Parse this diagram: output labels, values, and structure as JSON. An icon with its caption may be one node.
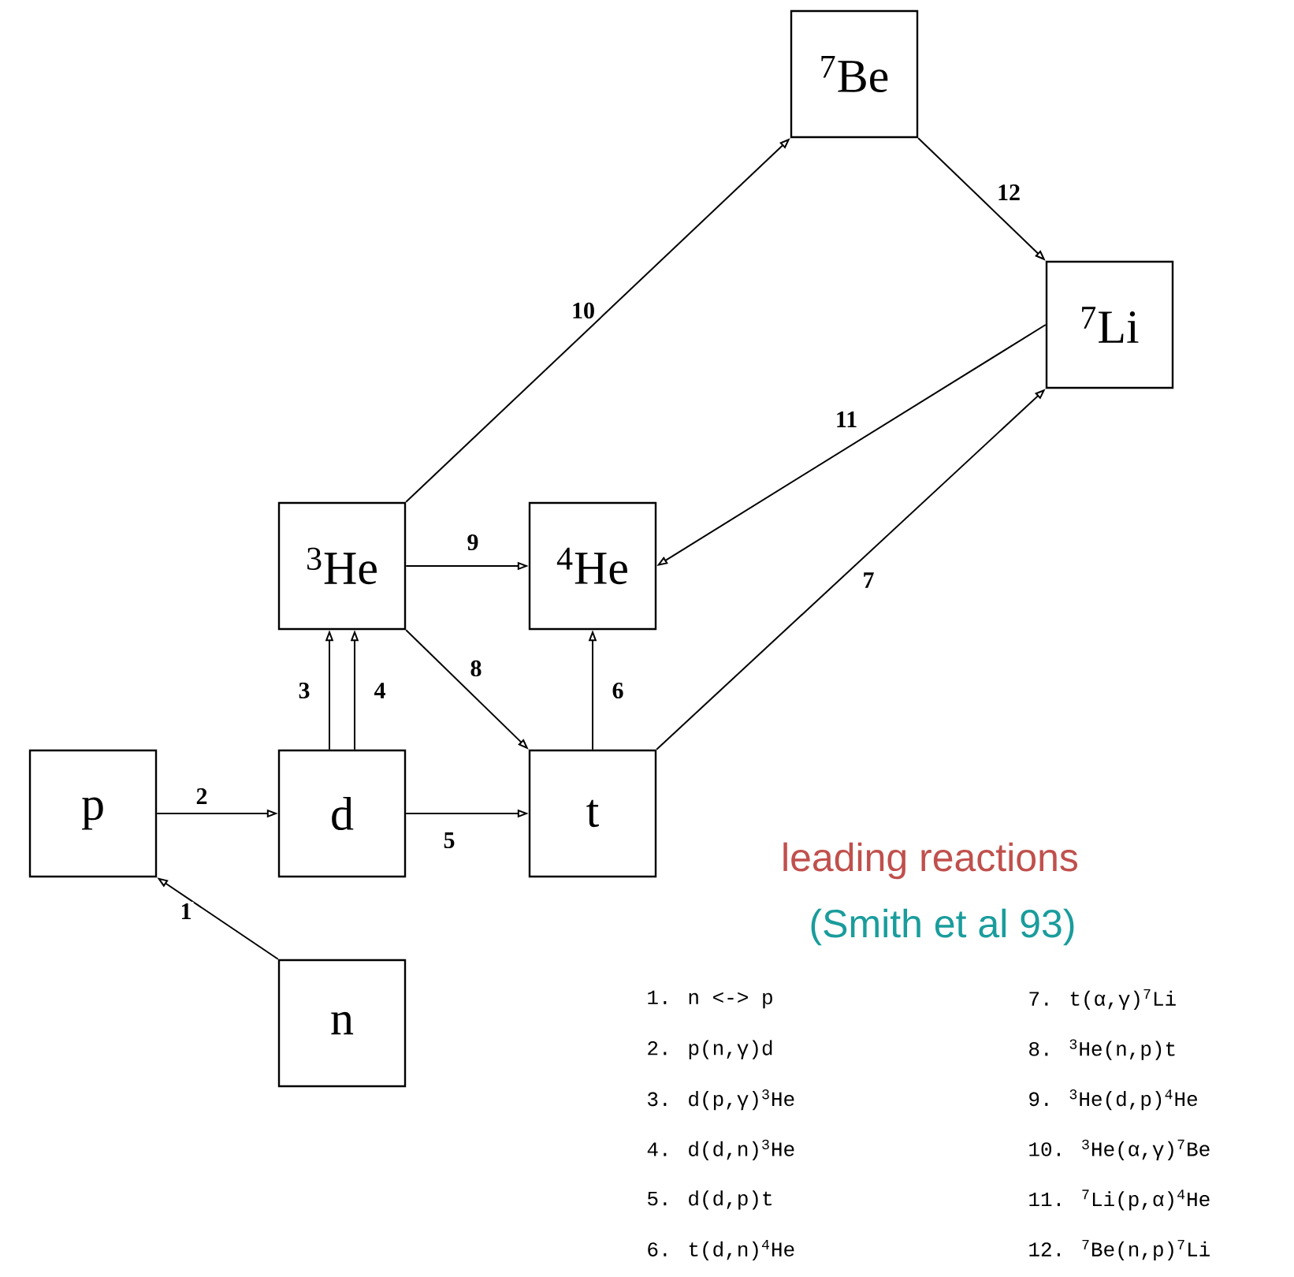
{
  "diagram": {
    "nodes": [
      {
        "text": [
          "$^{7}$Be"
        ]
      },
      {
        "text": [
          "$^{7}$Li"
        ]
      },
      {
        "text": [
          "$^{3}$He"
        ]
      },
      {
        "text": [
          "$^{4}$He"
        ]
      },
      {
        "text": [
          "p"
        ]
      },
      {
        "text": [
          "d"
        ]
      },
      {
        "text": [
          "t"
        ]
      },
      {
        "text": [
          "n"
        ]
      }
    ],
    "edges": [
      {
        "from": 7,
        "to": 4,
        "arrow": "to",
        "label": "1"
      },
      {
        "from": 4,
        "to": 5,
        "arrow": "to",
        "label": "2"
      },
      {
        "from": 5,
        "to": 2,
        "arrow": "to",
        "label": "3"
      },
      {
        "from": 5,
        "to": 2,
        "arrow": "to",
        "label": "4"
      },
      {
        "from": 5,
        "to": 6,
        "arrow": "to",
        "label": "5"
      },
      {
        "from": 6,
        "to": 3,
        "arrow": "to",
        "label": "6"
      },
      {
        "from": 6,
        "to": 1,
        "arrow": "to",
        "label": "7"
      },
      {
        "from": 2,
        "to": 6,
        "arrow": "to",
        "label": "8"
      },
      {
        "from": 2,
        "to": 3,
        "arrow": "to",
        "label": "9"
      },
      {
        "from": 2,
        "to": 0,
        "arrow": "to",
        "label": "10"
      },
      {
        "from": 1,
        "to": 3,
        "arrow": "to",
        "label": "11"
      },
      {
        "from": 0,
        "to": 1,
        "arrow": "to",
        "label": "12"
      }
    ],
    "labels": [
      "leading reactions",
      "(Smith et al 93)",
      "1. n <-> p",
      "7. t(α,γ)$^{7}$Li",
      "2. p(n,γ)d",
      "8. $^{3}$He(n,p)t",
      "3. d(p,γ)$^{3}$He",
      "9. $^{3}$He(d,p)$^{4}$He",
      "4. d(d,n)$^{3}$He",
      "10. $^{3}$He(α,γ)$^{7}$Be",
      "5. d(d,p)t",
      "11. $^{7}$Li(p,α)$^{4}$He",
      "6. t(d,n)$^{4}$He",
      "12. $^{7}$Be(n,p)$^{7}$Li"
    ]
  }
}
